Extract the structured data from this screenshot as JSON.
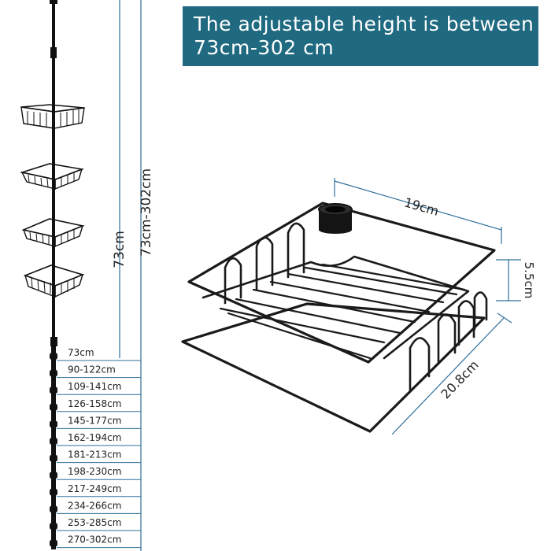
{
  "banner": {
    "line1": "The adjustable height is between",
    "line2": "73cm-302 cm",
    "background_color": "#1f6a80",
    "text_color": "#ffffff"
  },
  "pole": {
    "base_height_label": "73cm",
    "range_label": "73cm-302cm",
    "heights": [
      "73cm",
      "90-122cm",
      "109-141cm",
      "126-158cm",
      "145-177cm",
      "162-194cm",
      "181-213cm",
      "198-230cm",
      "217-249cm",
      "234-266cm",
      "253-285cm",
      "270-302cm"
    ],
    "basket_count": 4,
    "guide_color": "#2f6f9a"
  },
  "basket": {
    "width_label": "19cm",
    "depth_label": "20.8cm",
    "height_label": "5.5cm"
  }
}
